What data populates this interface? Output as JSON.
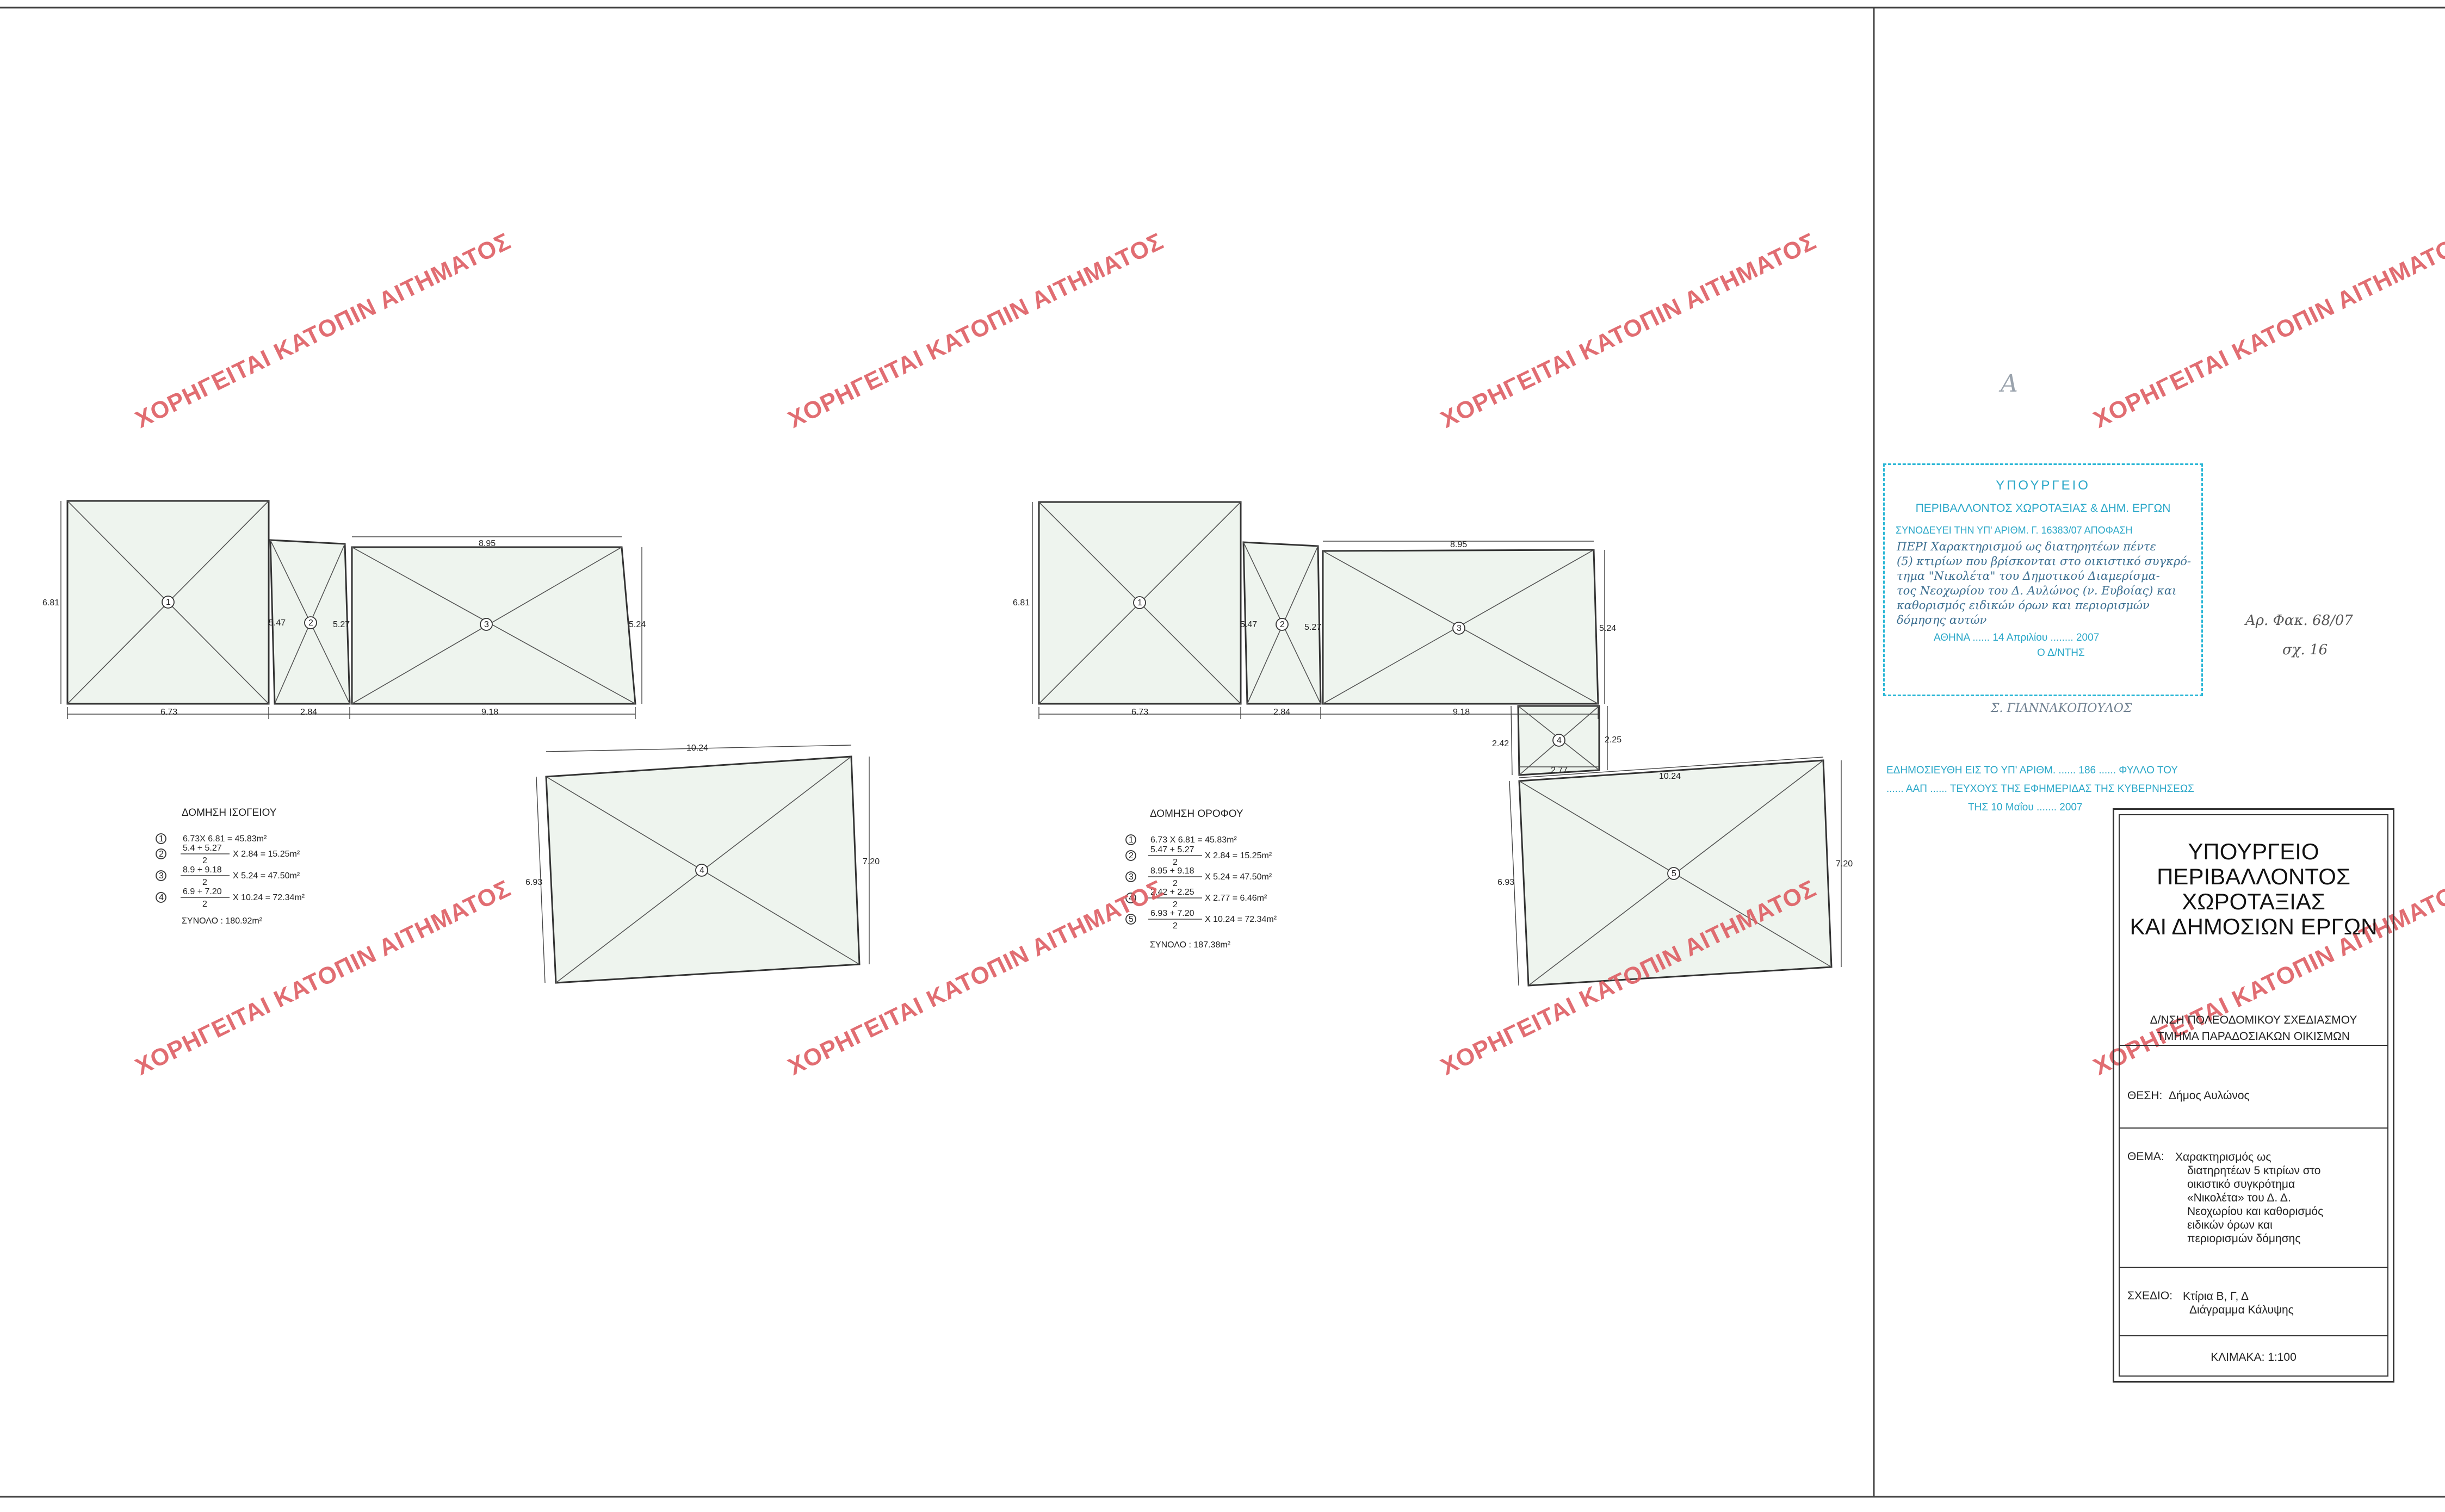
{
  "watermark_text": "ΧΟΡΗΓΕΙΤΑΙ ΚΑΤΟΠΙΝ ΑΙΤΗΜΑΤΟΣ",
  "ground_floor": {
    "title": "ΔΟΜΗΣΗ ΙΣΟΓΕΙΟΥ",
    "dims": {
      "left_height": "6.81",
      "b1_bottom": "6.73",
      "b2_bottom": "2.84",
      "b3_bottom": "9.18",
      "b3_top": "8.95",
      "b2_left": "5.47",
      "b2_right": "5.27",
      "b3_right": "5.24",
      "b4_top": "10.24",
      "b4_left": "6.93",
      "b4_right": "7.20"
    },
    "calcs": [
      {
        "num": "1",
        "text": "6.73X 6.81 = 45.83m²"
      },
      {
        "num": "2",
        "numer": "5.4 + 5.27",
        "denom": "2",
        "rest": "X 2.84 = 15.25m²"
      },
      {
        "num": "3",
        "numer": "8.9 + 9.18",
        "denom": "2",
        "rest": "X 5.24 = 47.50m²"
      },
      {
        "num": "4",
        "numer": "6.9 + 7.20",
        "denom": "2",
        "rest": "X 10.24 = 72.34m²"
      }
    ],
    "total": "ΣΥΝΟΛΟ :  180.92m²"
  },
  "upper_floor": {
    "title": "ΔΟΜΗΣΗ ΟΡΟΦΟΥ",
    "dims": {
      "left_height": "6.81",
      "b1_bottom": "6.73",
      "b2_bottom": "2.84",
      "b3_bottom": "9.18",
      "b3_top": "8.95",
      "b2_left": "5.47",
      "b2_right": "5.27",
      "b3_right": "5.24",
      "b4_left": "2.42",
      "b4_right": "2.25",
      "b4_bottom": "2.77",
      "b5_top": "10.24",
      "b5_left": "6.93",
      "b5_right": "7.20"
    },
    "calcs": [
      {
        "num": "1",
        "text": "6.73 X 6.81 = 45.83m²"
      },
      {
        "num": "2",
        "numer": "5.47 + 5.27",
        "denom": "2",
        "rest": "X 2.84 = 15.25m²"
      },
      {
        "num": "3",
        "numer": "8.95 + 9.18",
        "denom": "2",
        "rest": "X 5.24 = 47.50m²"
      },
      {
        "num": "4",
        "numer": "2.42 + 2.25",
        "denom": "2",
        "rest": "X 2.77 = 6.46m²"
      },
      {
        "num": "5",
        "numer": "6.93 + 7.20",
        "denom": "2",
        "rest": "X 10.24 = 72.34m²"
      }
    ],
    "total": "ΣΥΝΟΛΟ :  187.38m²"
  },
  "stamp": {
    "line1": "ΥΠΟΥΡΓΕΙΟ",
    "line2": "ΠΕΡΙΒΑΛΛΟΝΤΟΣ ΧΩΡΟΤΑΞΙΑΣ & ΔΗΜ. ΕΡΓΩΝ",
    "line3": "ΣΥΝΟΔΕΥΕΙ ΤΗΝ ΥΠ' ΑΡΙΘΜ.  Γ. 16383/07  ΑΠΟΦΑΣΗ",
    "hw_lines": [
      "ΠΕΡΙ  Χαρακτηρισμού ως διατηρητέων πέντε",
      "(5) κτιρίων που βρίσκονται στο οικιστικό συγκρό-",
      "τημα \"Νικολέτα\" του Δημοτικού Διαμερίσμα-",
      "τος Νεοχωρίου του Δ. Αυλώνος (ν. Ευβοίας) και",
      "καθορισμός ειδικών όρων και περιορισμών",
      "δόμησης αυτών"
    ],
    "city_line": "ΑΘΗΝΑ ...... 14  Απριλίου ........ 2007",
    "director": "Ο  Δ/ΝΤΗΣ",
    "signature": "Σ. ΓΙΑΝΝΑΚΟΠΟΥΛΟΣ"
  },
  "letter_a": "Α",
  "file_note_1": "Αρ. Φακ. 68/07",
  "file_note_2": "σχ. 16",
  "gazette": {
    "line1": "ΕΔΗΜΟΣΙΕΥΘΗ ΕΙΣ ΤΟ ΥΠ' ΑΡΙΘΜ. ...... 186 ...... ΦΥΛΛΟ ΤΟΥ",
    "line2": "......  ΑΑΠ  ......  ΤΕΥΧΟΥΣ ΤΗΣ ΕΦΗΜΕΡΙΔΑΣ ΤΗΣ ΚΥΒΕΡΝΗΣΕΩΣ",
    "line3": "ΤΗΣ  10  Μαΐου  ....... 2007"
  },
  "title_block": {
    "ministry": [
      "ΥΠΟΥΡΓΕΙΟ",
      "ΠΕΡΙΒΑΛΛΟΝΤΟΣ",
      "ΧΩΡΟΤΑΞΙΑΣ",
      "ΚΑΙ ΔΗΜΟΣΙΩΝ ΕΡΓΩΝ"
    ],
    "dept1": "Δ/ΝΣΗ ΠΟΛΕΟΔΟΜΙΚΟΥ ΣΧΕΔΙΑΣΜΟΥ",
    "dept2": "ΤΜΗΜΑ ΠΑΡΑΔΟΣΙΑΚΩΝ ΟΙΚΙΣΜΩΝ",
    "location_label": "ΘΕΣΗ:",
    "location_value": "Δήμος Αυλώνος",
    "subject_label": "ΘΕΜΑ:",
    "subject_lines": [
      "Χαρακτηρισμός ως",
      "διατηρητέων 5 κτιρίων στο",
      "οικιστικό συγκρότημα",
      "«Νικολέτα» του Δ. Δ.",
      "Νεοχωρίου και καθορισμός",
      "ειδικών όρων και",
      "περιορισμών δόμησης"
    ],
    "drawing_label": "ΣΧΕΔΙΟ:",
    "drawing_lines": [
      "Κτίρια Β, Γ, Δ",
      "Διάγραμμα Κάλυψης"
    ],
    "scale": "ΚΛΙΜΑΚΑ:  1:100"
  }
}
